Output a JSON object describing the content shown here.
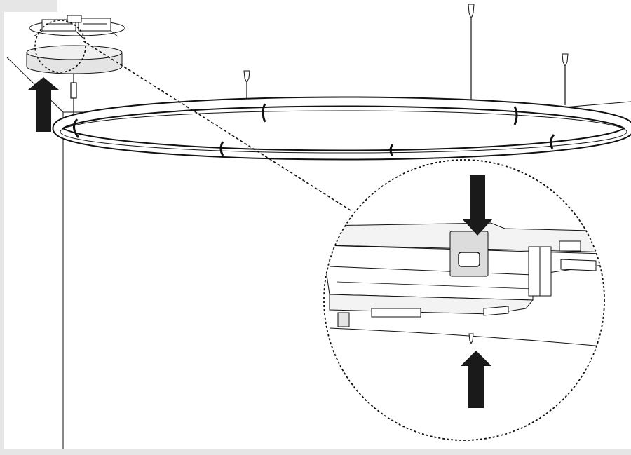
{
  "diagram": {
    "kind": "installation-illustration",
    "labels": [],
    "colors": {
      "frame": "#e6e6e6",
      "line": "#111111",
      "arrow": "#1a1a1a",
      "canopy_fill": "#e4e4e4",
      "detail_fill": "#f3f3f3",
      "bracket_fill": "#dcdcdc"
    },
    "elements": {
      "ceiling_canopy": "canopy",
      "mounting_bracket": "bracket",
      "ring_luminaire": "led-ring",
      "suspension_cables": 3,
      "zoom_detail": "circle-callout",
      "arrows": [
        "up-arrow-canopy",
        "down-arrow-clip",
        "up-arrow-ring"
      ]
    }
  }
}
